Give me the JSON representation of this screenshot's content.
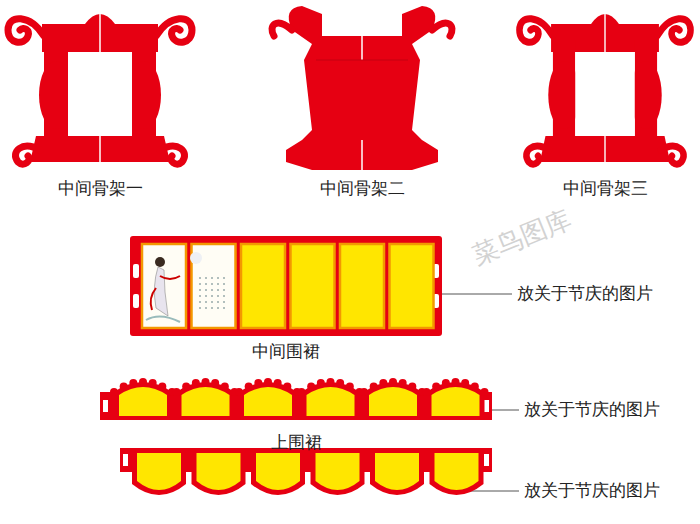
{
  "diagram": {
    "nodes": [
      {
        "text": [
          "中间骨架一"
        ]
      },
      {
        "text": [
          "中间骨架二"
        ]
      },
      {
        "text": [
          "中间骨架三"
        ]
      },
      {
        "text": [
          "中间围裙"
        ]
      },
      {
        "text": [
          "上围裙"
        ]
      }
    ],
    "labels": [
      "放关于节庆的图片",
      "放关于节庆的图片",
      "放关于节庆的图片",
      "菜鸟图库"
    ]
  }
}
